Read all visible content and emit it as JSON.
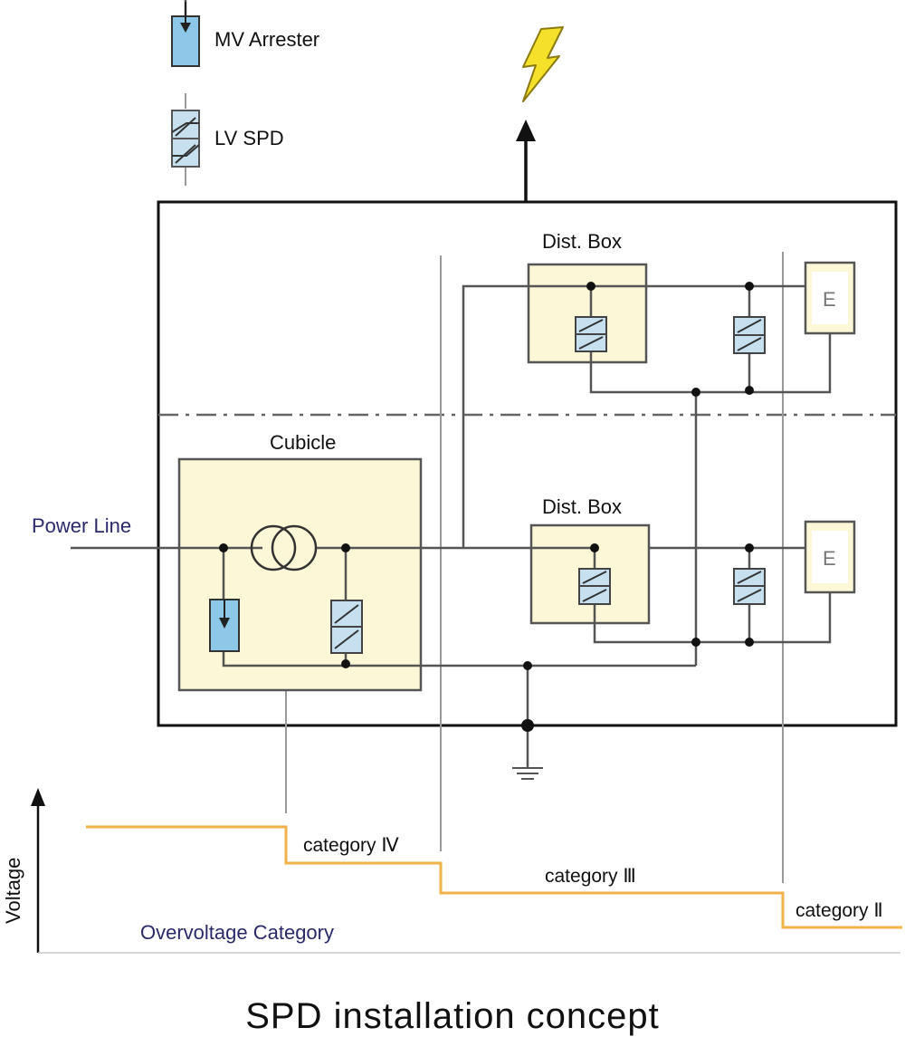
{
  "legend": {
    "mv_arrester_label": "MV Arrester",
    "lv_spd_label": "LV SPD"
  },
  "labels": {
    "power_line": "Power Line",
    "cubicle": "Cubicle",
    "dist_box_top": "Dist. Box",
    "dist_box_bottom": "Dist. Box",
    "equipment_top": "E",
    "equipment_bottom": "E"
  },
  "graph": {
    "y_axis_label": "Voltage",
    "x_axis_label": "Overvoltage Category",
    "categories": [
      "category Ⅳ",
      "category Ⅲ",
      "category Ⅱ"
    ]
  },
  "title": "SPD installation concept",
  "colors": {
    "mv_arrester_fill": "#8ec8e8",
    "lv_spd_fill": "#c6e0f0",
    "box_fill": "#fcf7d6",
    "voltage_line": "#f2b24a",
    "lightning": "#f5e12a"
  },
  "icons": {
    "lightning": "lightning-bolt-icon",
    "ground": "ground-symbol-icon"
  }
}
